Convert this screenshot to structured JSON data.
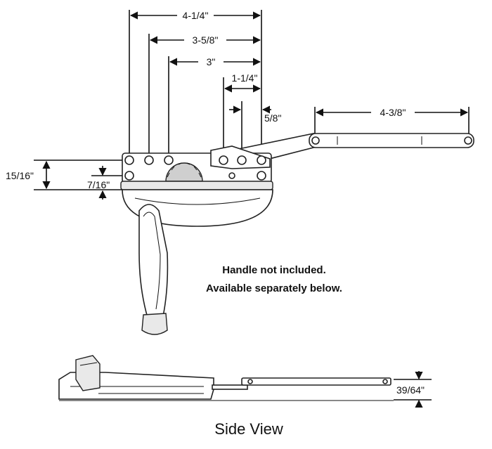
{
  "dimensions": {
    "d1": "4-1/4\"",
    "d2": "3-5/8\"",
    "d3": "3\"",
    "d4": "1-1/4\"",
    "d5": "5/8\"",
    "d6": "4-3/8\"",
    "d7": "15/16\"",
    "d8": "7/16\"",
    "d9": "39/64\""
  },
  "note": {
    "line1": "Handle not included.",
    "line2": "Available separately below."
  },
  "caption": "Side View"
}
